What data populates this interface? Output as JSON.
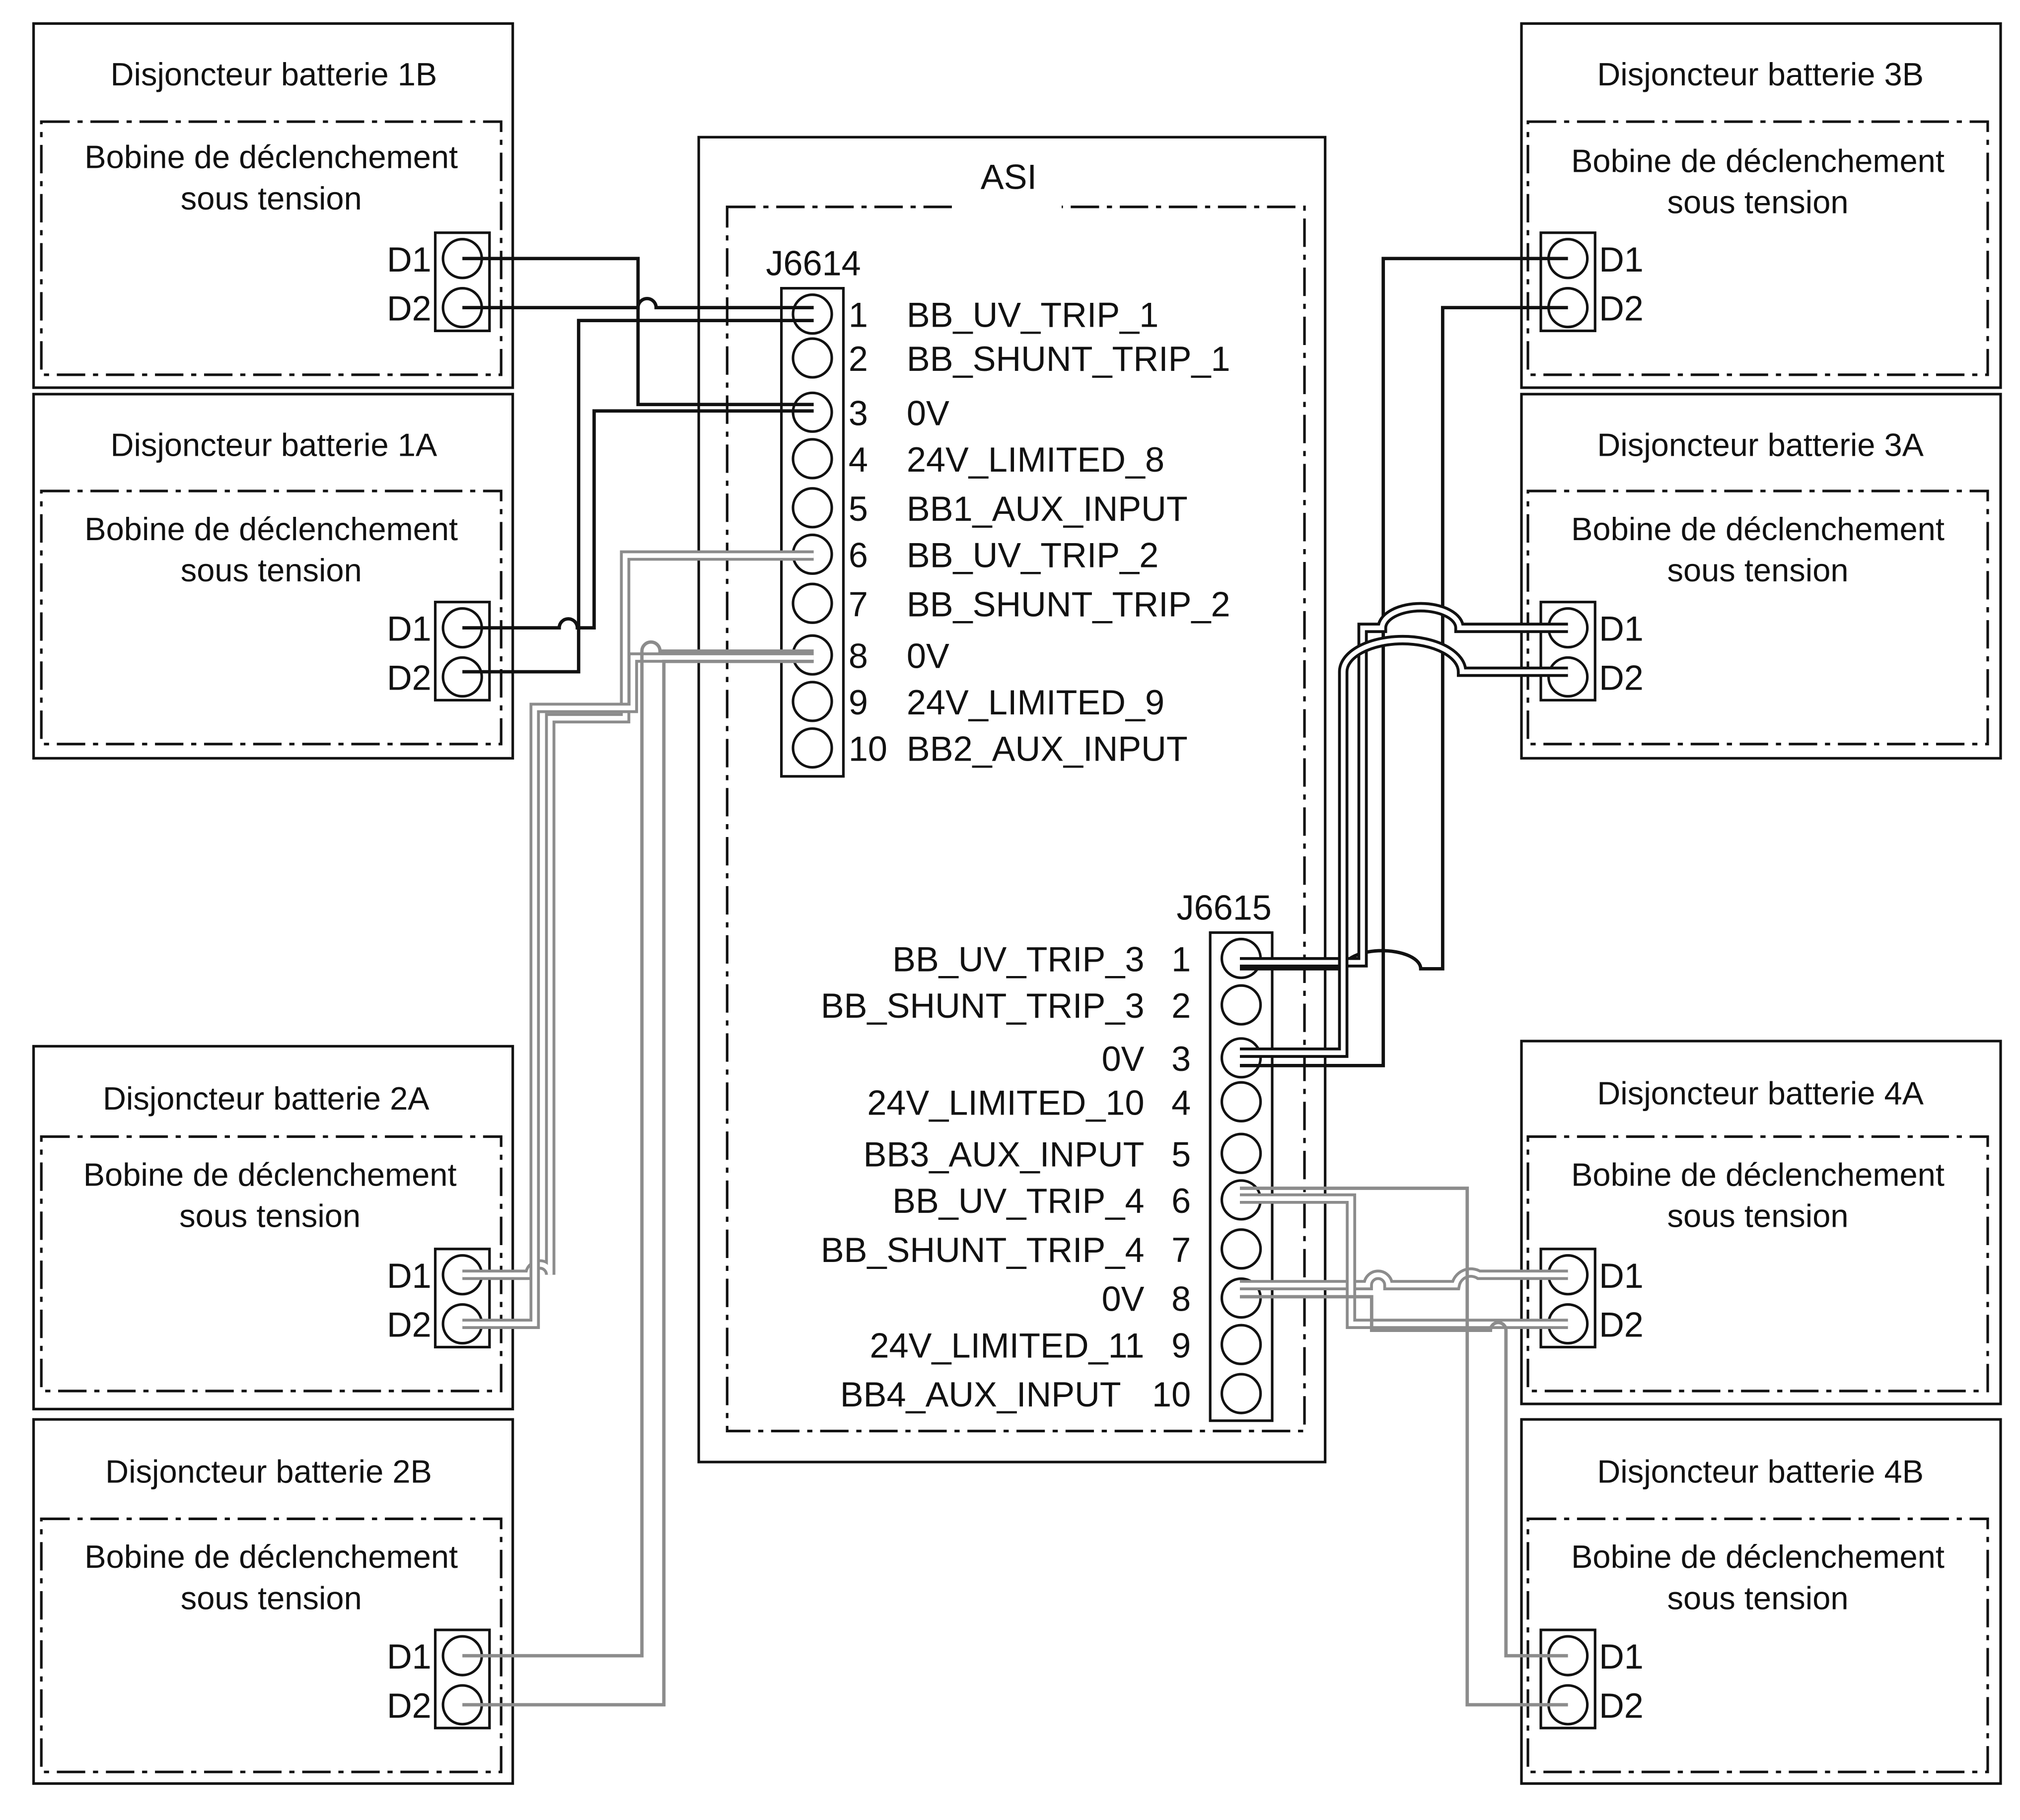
{
  "asi": {
    "title": "ASI"
  },
  "connectors": {
    "j6614": {
      "label": "J6614",
      "pins": [
        {
          "num": "1",
          "signal": "BB_UV_TRIP_1"
        },
        {
          "num": "2",
          "signal": "BB_SHUNT_TRIP_1"
        },
        {
          "num": "3",
          "signal": "0V"
        },
        {
          "num": "4",
          "signal": "24V_LIMITED_8"
        },
        {
          "num": "5",
          "signal": "BB1_AUX_INPUT"
        },
        {
          "num": "6",
          "signal": "BB_UV_TRIP_2"
        },
        {
          "num": "7",
          "signal": "BB_SHUNT_TRIP_2"
        },
        {
          "num": "8",
          "signal": "0V"
        },
        {
          "num": "9",
          "signal": "24V_LIMITED_9"
        },
        {
          "num": "10",
          "signal": "BB2_AUX_INPUT"
        }
      ]
    },
    "j6615": {
      "label": "J6615",
      "pins": [
        {
          "num": "1",
          "signal": "BB_UV_TRIP_3"
        },
        {
          "num": "2",
          "signal": "BB_SHUNT_TRIP_3"
        },
        {
          "num": "3",
          "signal": "0V"
        },
        {
          "num": "4",
          "signal": "24V_LIMITED_10"
        },
        {
          "num": "5",
          "signal": "BB3_AUX_INPUT"
        },
        {
          "num": "6",
          "signal": "BB_UV_TRIP_4"
        },
        {
          "num": "7",
          "signal": "BB_SHUNT_TRIP_4"
        },
        {
          "num": "8",
          "signal": "0V"
        },
        {
          "num": "9",
          "signal": "24V_LIMITED_11"
        },
        {
          "num": "10",
          "signal": "BB4_AUX_INPUT"
        }
      ]
    }
  },
  "breakers": {
    "b1b": {
      "title": "Disjoncteur batterie 1B",
      "coil_line1": "Bobine de déclenchement",
      "coil_line2": "sous tension",
      "d1": "D1",
      "d2": "D2"
    },
    "b1a": {
      "title": "Disjoncteur batterie 1A",
      "coil_line1": "Bobine de déclenchement",
      "coil_line2": "sous tension",
      "d1": "D1",
      "d2": "D2"
    },
    "b2a": {
      "title": "Disjoncteur batterie 2A",
      "coil_line1": "Bobine de déclenchement",
      "coil_line2": "sous tension",
      "d1": "D1",
      "d2": "D2"
    },
    "b2b": {
      "title": "Disjoncteur batterie 2B",
      "coil_line1": "Bobine de déclenchement",
      "coil_line2": "sous tension",
      "d1": "D1",
      "d2": "D2"
    },
    "b3b": {
      "title": "Disjoncteur batterie 3B",
      "coil_line1": "Bobine de déclenchement",
      "coil_line2": "sous tension",
      "d1": "D1",
      "d2": "D2"
    },
    "b3a": {
      "title": "Disjoncteur batterie 3A",
      "coil_line1": "Bobine de déclenchement",
      "coil_line2": "sous tension",
      "d1": "D1",
      "d2": "D2"
    },
    "b4a": {
      "title": "Disjoncteur batterie 4A",
      "coil_line1": "Bobine de déclenchement",
      "coil_line2": "sous tension",
      "d1": "D1",
      "d2": "D2"
    },
    "b4b": {
      "title": "Disjoncteur batterie 4B",
      "coil_line1": "Bobine de déclenchement",
      "coil_line2": "sous tension",
      "d1": "D1",
      "d2": "D2"
    }
  },
  "colors": {
    "black_wire": "#111111",
    "grey_wire": "#8c8c8c",
    "outline": "#111111"
  }
}
